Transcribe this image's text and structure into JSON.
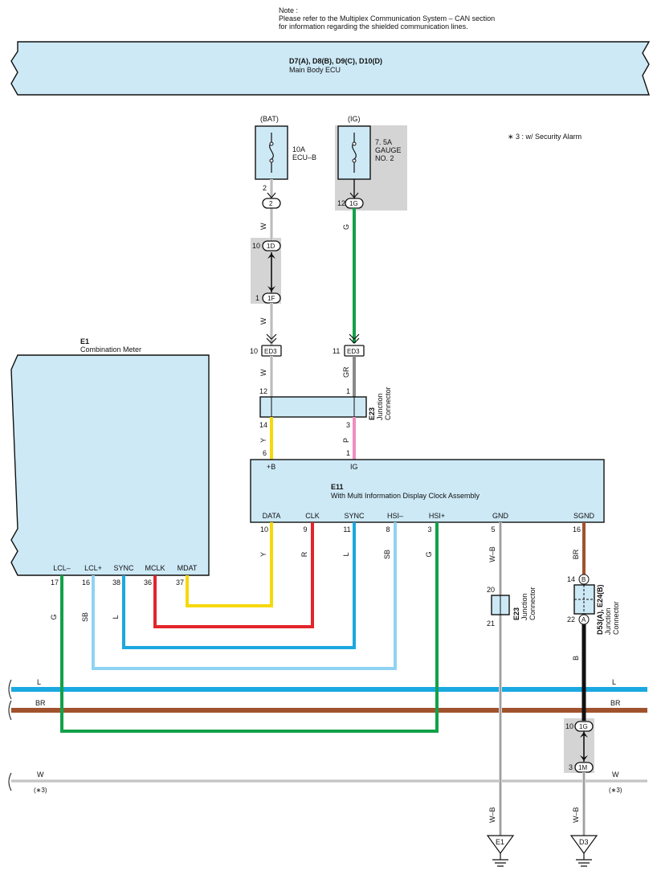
{
  "note": {
    "title": "Note :",
    "line1": "Please refer to the Multiplex Communication System – CAN section",
    "line2": "for information regarding the shielded communication lines."
  },
  "main_ecu": {
    "codes": "D7(A), D8(B), D9(C), D10(D)",
    "name": "Main Body ECU"
  },
  "legend_note": "∗ 3 : w/ Security Alarm",
  "bat_fuse": {
    "source": "(BAT)",
    "rating": "10A",
    "name": "ECU–B",
    "pin_in": "2",
    "conn_pin": "2",
    "wire": "W"
  },
  "ig_fuse": {
    "source": "(IG)",
    "rating": "7. 5A",
    "name1": "GAUGE",
    "name2": "NO. 2",
    "pin": "12",
    "conn": "1G",
    "wire": "G"
  },
  "conn_1d": {
    "pin": "10",
    "label": "1D"
  },
  "conn_1f": {
    "pin": "1",
    "label": "1F"
  },
  "ed3_left": {
    "pin": "10",
    "label": "ED3",
    "wire": "W"
  },
  "ed3_right": {
    "pin": "11",
    "label": "ED3",
    "wire": "GR"
  },
  "e23_top": {
    "code": "E23",
    "name1": "Junction",
    "name2": "Connector",
    "pin_tl": "12",
    "pin_tr": "1",
    "pin_bl": "14",
    "pin_br": "3",
    "wire_bl": "Y",
    "wire_br": "P",
    "pin_e11_b": "6",
    "pin_e11_ig": "1"
  },
  "e11": {
    "code": "E11",
    "name": "With Multi Information Display Clock Assembly",
    "top_terms": [
      "+B",
      "IG"
    ],
    "terms": [
      {
        "label": "DATA",
        "pin": "10",
        "wire": "Y"
      },
      {
        "label": "CLK",
        "pin": "9",
        "wire": "R"
      },
      {
        "label": "SYNC",
        "pin": "11",
        "wire": "L"
      },
      {
        "label": "HSI–",
        "pin": "8",
        "wire": "SB"
      },
      {
        "label": "HSI+",
        "pin": "3",
        "wire": "G"
      },
      {
        "label": "GND",
        "pin": "5",
        "wire": "W–B"
      },
      {
        "label": "SGND",
        "pin": "16",
        "wire": "BR"
      }
    ]
  },
  "e1": {
    "code": "E1",
    "name": "Combination Meter",
    "terms": [
      {
        "label": "LCL–",
        "pin": "17",
        "wire": "G"
      },
      {
        "label": "LCL+",
        "pin": "16",
        "wire": "SB"
      },
      {
        "label": "SYNC",
        "pin": "38",
        "wire": "L"
      },
      {
        "label": "MCLK",
        "pin": "36",
        "wire": ""
      },
      {
        "label": "MDAT",
        "pin": "37",
        "wire": ""
      }
    ]
  },
  "e23_bottom": {
    "code": "E23",
    "name1": "Junction",
    "name2": "Connector",
    "pin_top": "20",
    "pin_bot": "21"
  },
  "d53": {
    "code": "D53(A), E24(B)",
    "name1": "Junction",
    "name2": "Connector",
    "pin_top": "14",
    "letter_top": "B",
    "pin_bot": "22",
    "letter_bot": "A",
    "wire_below": "B"
  },
  "conn_1g": {
    "pin": "10",
    "label": "1G"
  },
  "conn_1m": {
    "pin": "3",
    "label": "1M"
  },
  "bus": {
    "l": "L",
    "br": "BR",
    "w": "W",
    "w_note": "(∗3)"
  },
  "grounds": [
    {
      "label": "E1",
      "wire": "W–B"
    },
    {
      "label": "D3",
      "wire": "W–B"
    }
  ],
  "colors": {
    "box": "#cde9f6",
    "yellow": "#f5d90a",
    "red": "#e3242b",
    "blue": "#1ba8e0",
    "lightblue": "#8fd3f2",
    "green": "#12a14a",
    "brown": "#a0522d",
    "pink": "#f08cc0",
    "gray": "#8a8a8a",
    "black": "#111111"
  }
}
